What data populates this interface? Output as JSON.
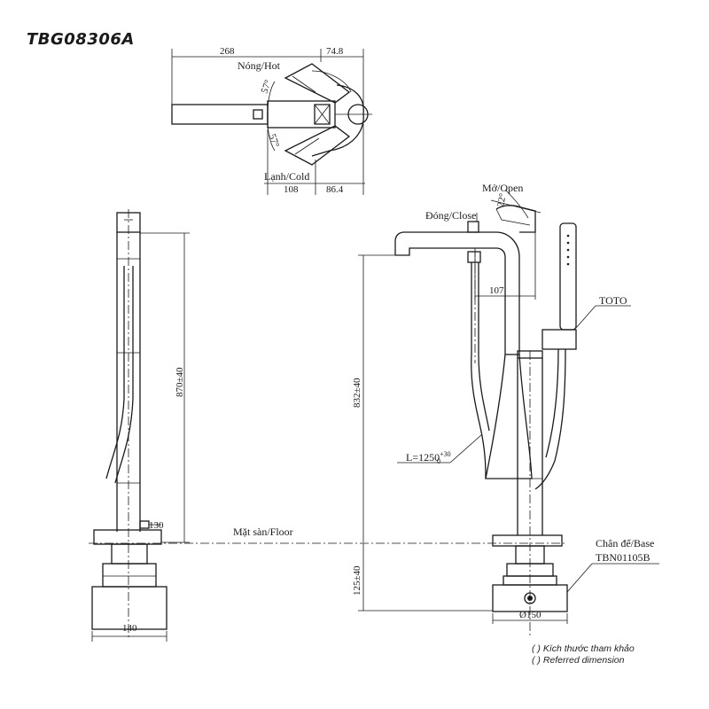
{
  "model_code": "TBG08306A",
  "top_view": {
    "dim_total": "268",
    "dim_right": "74.8",
    "label_hot": "Nóng/Hot",
    "label_cold": "Lạnh/Cold",
    "angle_hot": "57°",
    "angle_cold": "57°",
    "dim_bottom_left": "108",
    "dim_bottom_right": "86.4"
  },
  "side_view": {
    "height": "870±40",
    "dim_small": "130",
    "base_width": "140"
  },
  "front_view": {
    "label_open": "Mở/Open",
    "angle_open": "22°",
    "label_close": "Đóng/Close",
    "reach": "107",
    "brand": "TOTO",
    "height": "832±40",
    "hose_length": "L=1250",
    "hose_tol_up": "+30",
    "hose_tol_down": "0",
    "floor": "Mặt sàn/Floor",
    "base_label": "Chân đế/Base",
    "base_code": "TBN01105B",
    "under_floor": "125±40",
    "base_diameter": "Ø150"
  },
  "notes": [
    "( ) Kích thước tham khảo",
    "( ) Referred dimension"
  ]
}
